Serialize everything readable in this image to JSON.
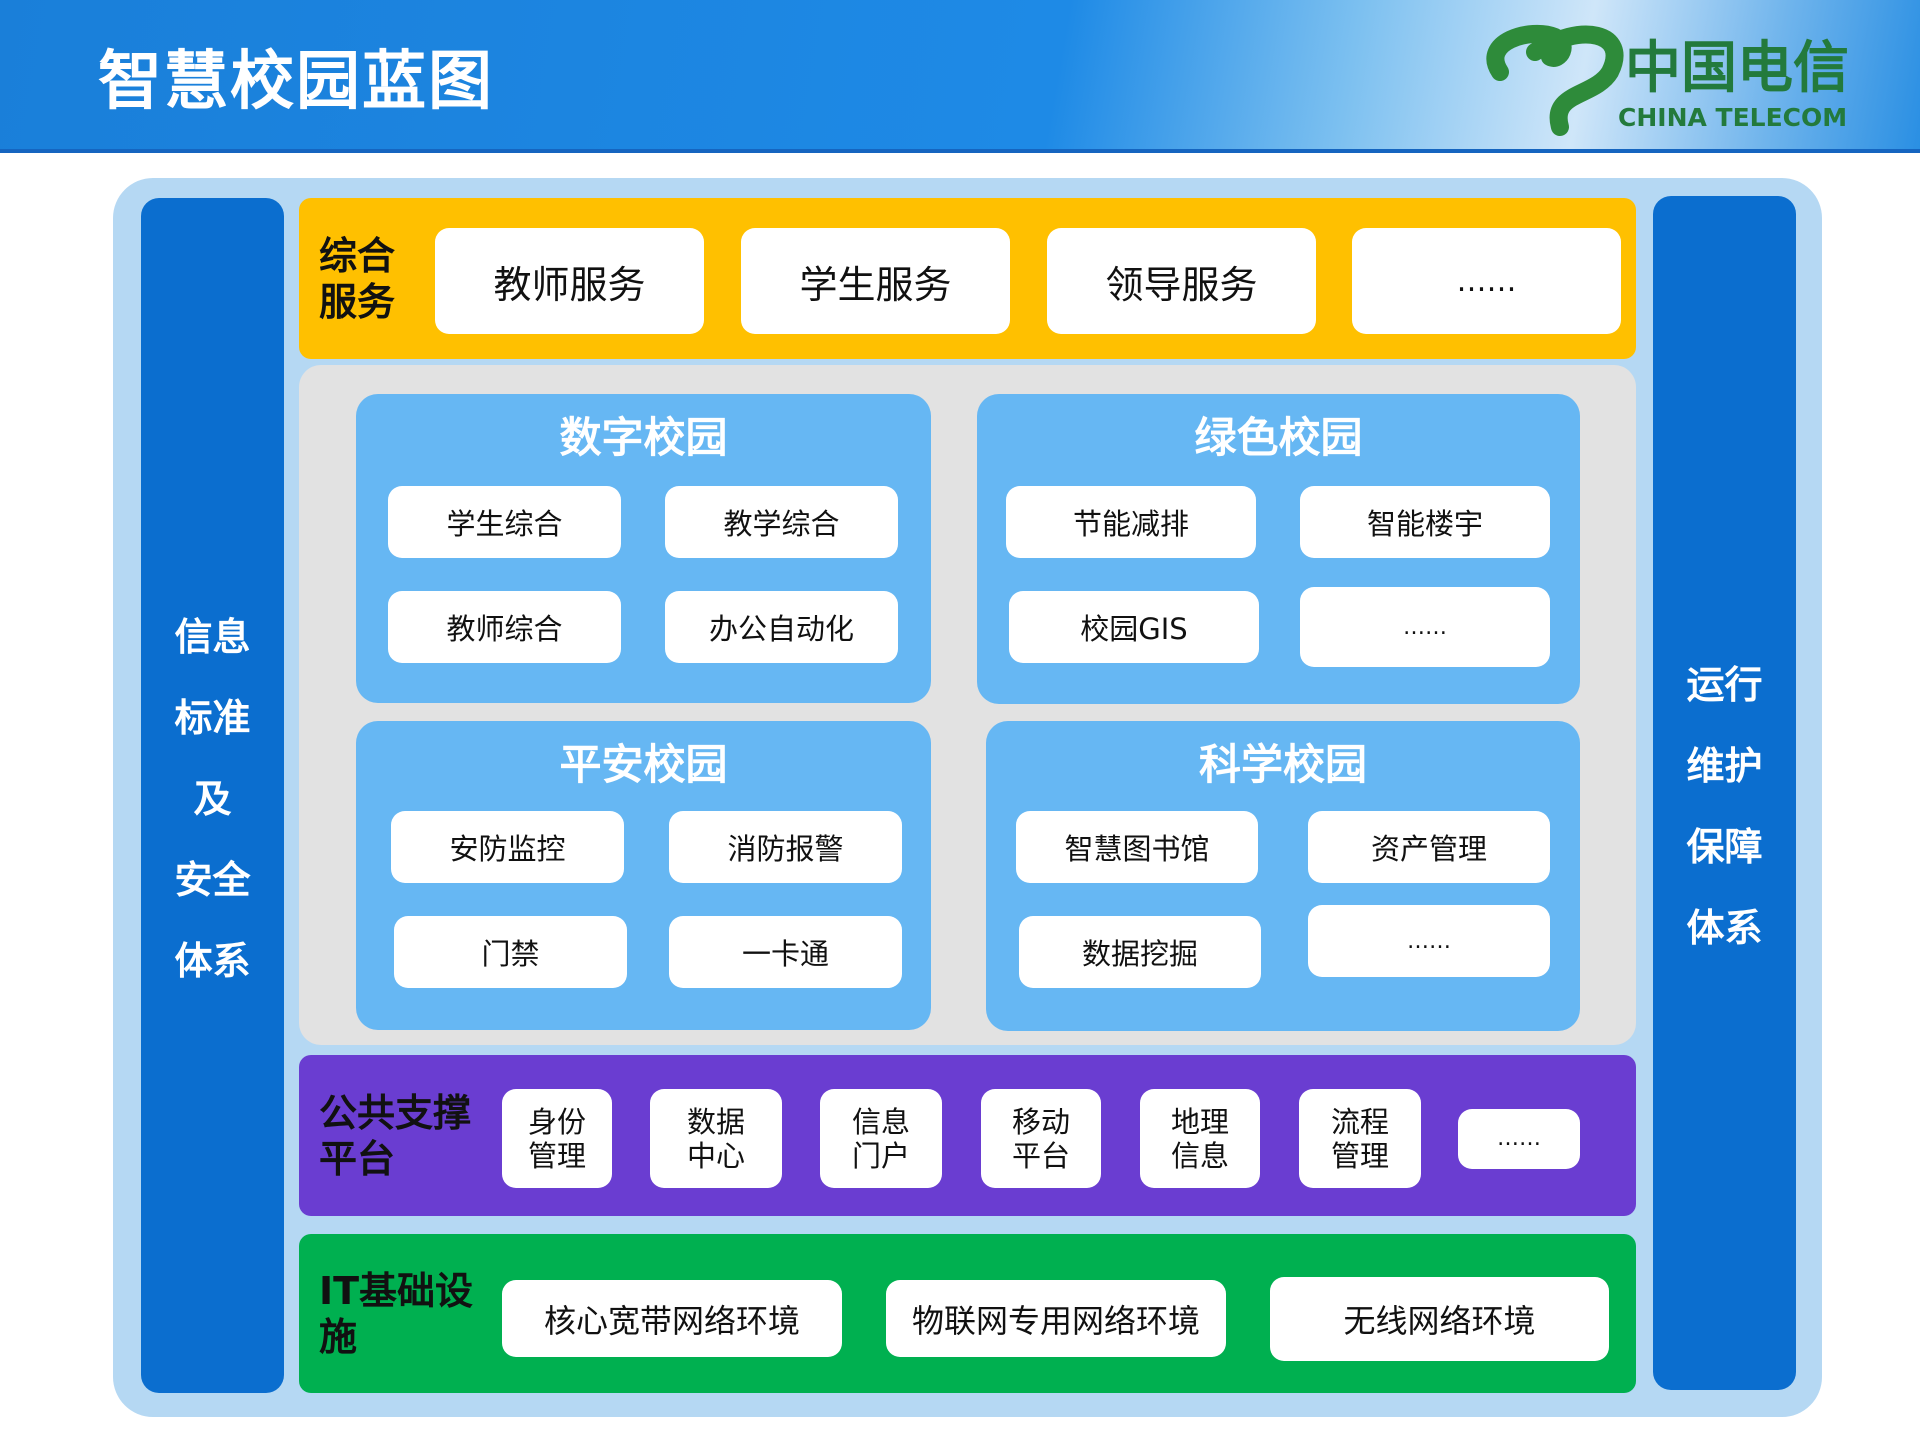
{
  "header": {
    "title": "智慧校园蓝图",
    "logo": {
      "cn": "中国电信",
      "en": "CHINA TELECOM"
    }
  },
  "colors": {
    "header": "#1e8ae6",
    "sidebar": "#0b6ecf",
    "services": "#ffc000",
    "platform": "#6a3dd1",
    "infra": "#00b050",
    "campus": "#66b7f3",
    "core": "#e2e2e2"
  },
  "left_bar": {
    "lines": [
      "信息",
      "标准",
      "及",
      "安全",
      "体系"
    ]
  },
  "right_bar": {
    "lines": [
      "运行",
      "维护",
      "保障",
      "体系"
    ]
  },
  "services": {
    "label": [
      "综合",
      "服务"
    ],
    "items": [
      "教师服务",
      "学生服务",
      "领导服务",
      "……"
    ]
  },
  "campuses": [
    {
      "title": "数字校园",
      "items": [
        "学生综合",
        "教学综合",
        "教师综合",
        "办公自动化"
      ]
    },
    {
      "title": "绿色校园",
      "items": [
        "节能减排",
        "智能楼宇",
        "校园GIS",
        "……"
      ]
    },
    {
      "title": "平安校园",
      "items": [
        "安防监控",
        "消防报警",
        "门禁",
        "一卡通"
      ]
    },
    {
      "title": "科学校园",
      "items": [
        "智慧图书馆",
        "资产管理",
        "数据挖掘",
        "……"
      ]
    }
  ],
  "platform": {
    "label": [
      "公共支撑",
      "平台"
    ],
    "items": [
      [
        "身份",
        "管理"
      ],
      [
        "数据",
        "中心"
      ],
      [
        "信息",
        "门户"
      ],
      [
        "移动",
        "平台"
      ],
      [
        "地理",
        "信息"
      ],
      [
        "流程",
        "管理"
      ],
      [
        "……",
        ""
      ]
    ]
  },
  "infra": {
    "label": [
      "IT基础设",
      "施"
    ],
    "items": [
      "核心宽带网络环境",
      "物联网专用网络环境",
      "无线网络环境"
    ]
  }
}
